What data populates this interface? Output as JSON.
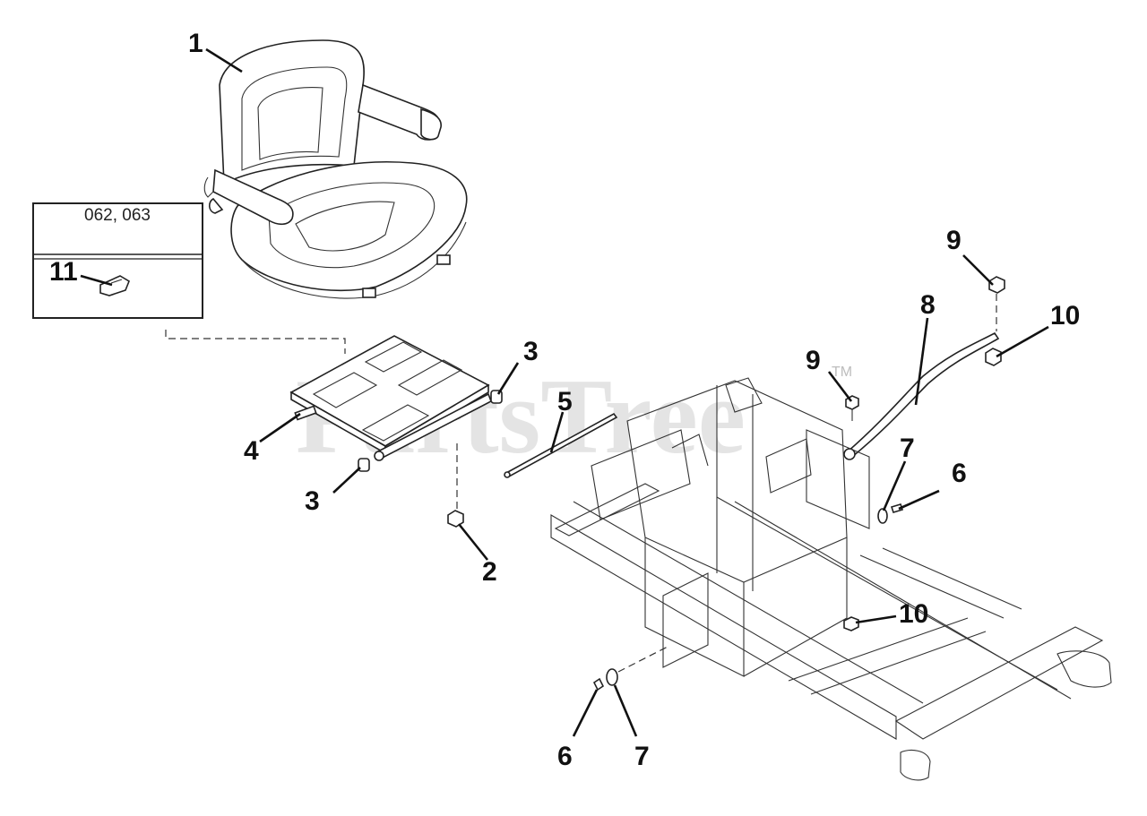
{
  "watermark": {
    "text": "PartsTree",
    "trademark": "TM"
  },
  "inset": {
    "models": "062, 063"
  },
  "callouts": [
    {
      "id": "c1",
      "label": "1"
    },
    {
      "id": "c2",
      "label": "2"
    },
    {
      "id": "c3a",
      "label": "3"
    },
    {
      "id": "c3b",
      "label": "3"
    },
    {
      "id": "c4",
      "label": "4"
    },
    {
      "id": "c5",
      "label": "5"
    },
    {
      "id": "c6a",
      "label": "6"
    },
    {
      "id": "c6b",
      "label": "6"
    },
    {
      "id": "c7a",
      "label": "7"
    },
    {
      "id": "c7b",
      "label": "7"
    },
    {
      "id": "c8",
      "label": "8"
    },
    {
      "id": "c9a",
      "label": "9"
    },
    {
      "id": "c9b",
      "label": "9"
    },
    {
      "id": "c10a",
      "label": "10"
    },
    {
      "id": "c10b",
      "label": "10"
    },
    {
      "id": "c11",
      "label": "11"
    }
  ]
}
